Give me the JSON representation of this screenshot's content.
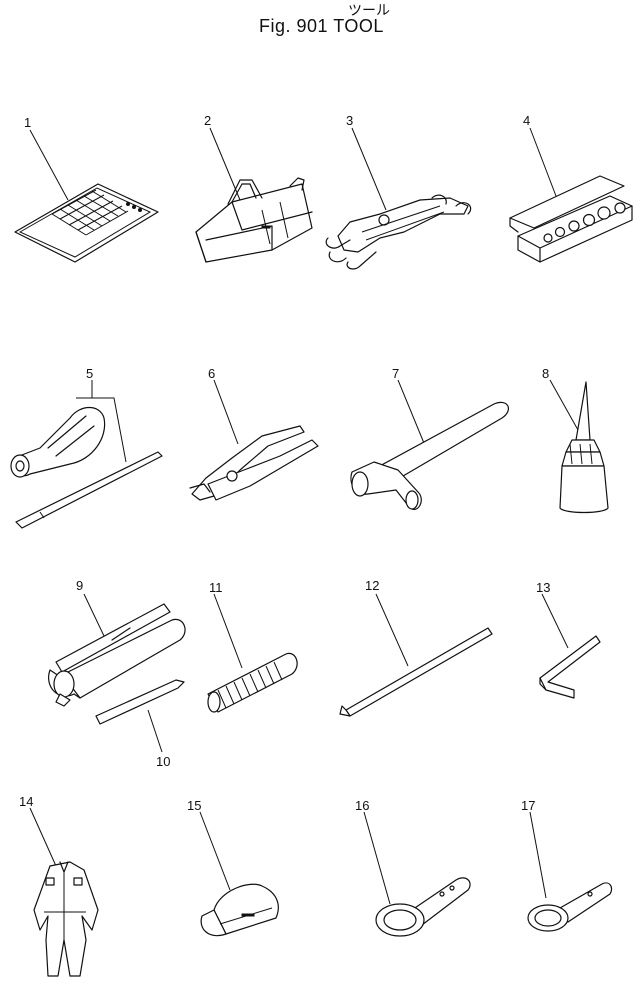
{
  "figure": {
    "title_jp": "ツール",
    "title": "Fig. 901  TOOL"
  },
  "parts": [
    {
      "no": "1",
      "icon": "tool-chart-card-icon"
    },
    {
      "no": "2",
      "icon": "tool-bag-icon"
    },
    {
      "no": "3",
      "icon": "wrench-set-icon"
    },
    {
      "no": "4",
      "icon": "socket-set-box-icon"
    },
    {
      "no": "5",
      "icon": "screwdriver-icon"
    },
    {
      "no": "6",
      "icon": "pliers-icon"
    },
    {
      "no": "7",
      "icon": "hammer-icon"
    },
    {
      "no": "8",
      "icon": "oil-can-icon"
    },
    {
      "no": "9",
      "icon": "grease-gun-icon"
    },
    {
      "no": "10",
      "icon": "nozzle-icon"
    },
    {
      "no": "11",
      "icon": "hose-icon"
    },
    {
      "no": "12",
      "icon": "bar-icon"
    },
    {
      "no": "13",
      "icon": "hex-wrench-icon"
    },
    {
      "no": "14",
      "icon": "coverall-icon"
    },
    {
      "no": "15",
      "icon": "cap-icon"
    },
    {
      "no": "16",
      "icon": "filter-wrench-large-icon"
    },
    {
      "no": "17",
      "icon": "filter-wrench-small-icon"
    }
  ]
}
